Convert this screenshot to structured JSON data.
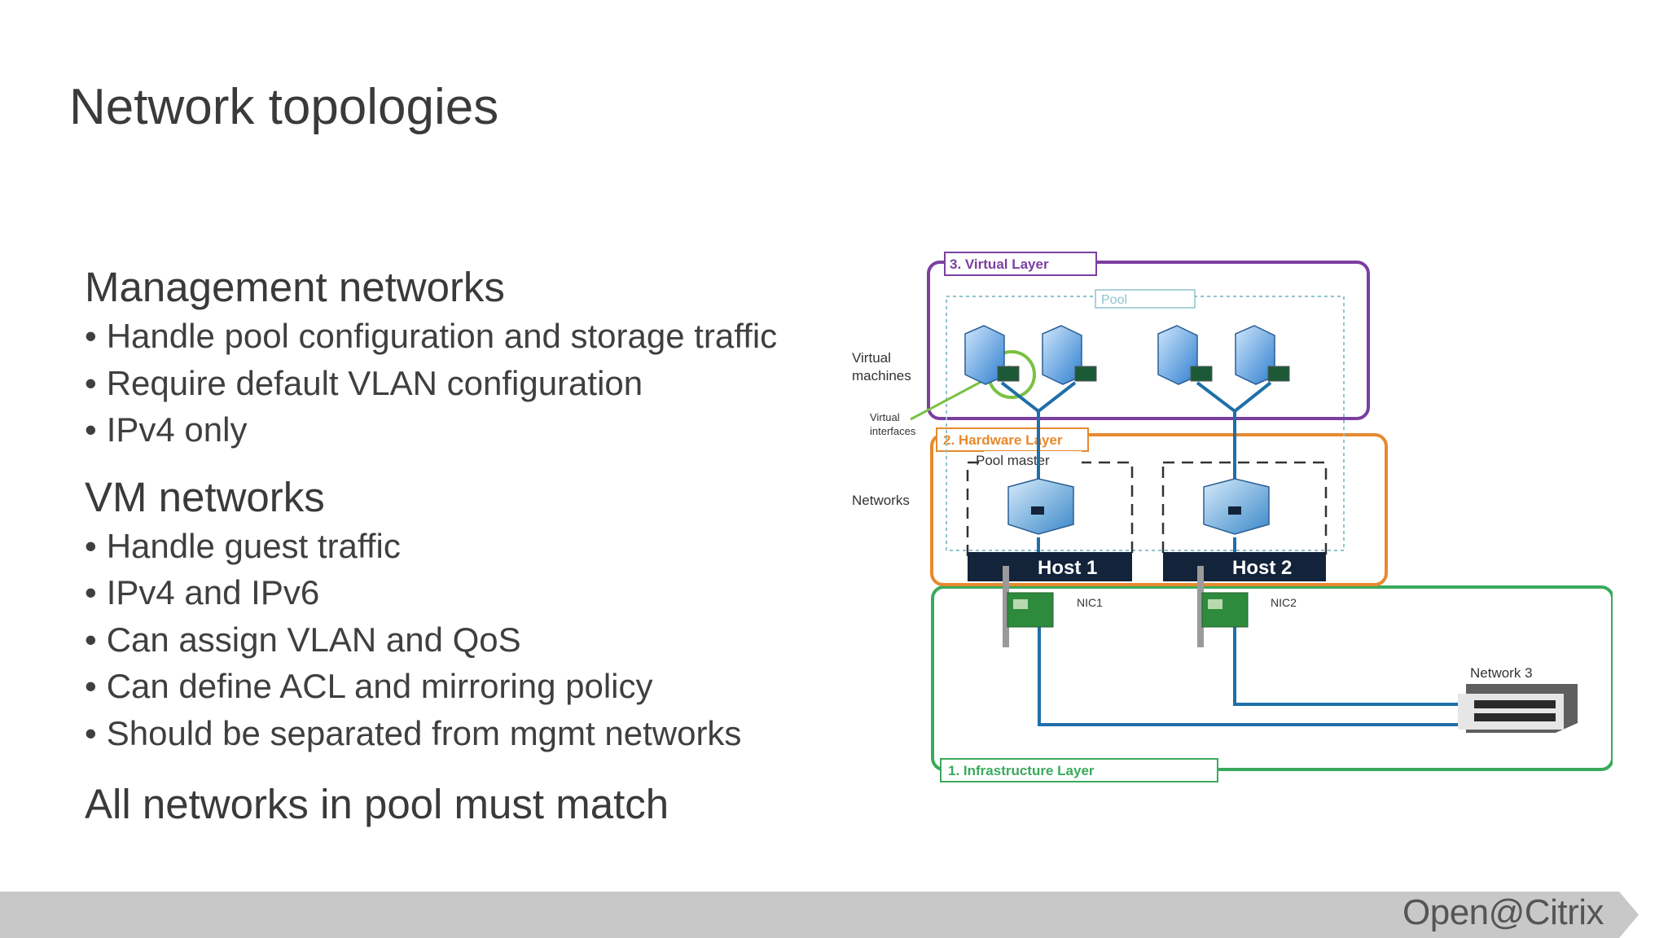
{
  "slide": {
    "title": "Network topologies",
    "sections": [
      {
        "heading": "Management networks",
        "bullets": [
          "Handle pool configuration and storage traffic",
          "Require default VLAN configuration",
          "IPv4 only"
        ]
      },
      {
        "heading": "VM networks",
        "bullets": [
          "Handle guest traffic",
          "IPv4 and IPv6",
          "Can assign VLAN and QoS",
          "Can define ACL and mirroring policy",
          "Should be separated from mgmt networks"
        ]
      }
    ],
    "closing": "All networks in pool must match"
  },
  "diagram": {
    "virtual_layer_label": "3. Virtual Layer",
    "pool_label": "Pool",
    "hardware_layer_label": "2. Hardware Layer",
    "pool_master_label": "Pool master",
    "infrastructure_layer_label": "1. Infrastructure Layer",
    "side_labels": {
      "virtual_machines_line1": "Virtual",
      "virtual_machines_line2": "machines",
      "virtual_interfaces_line1": "Virtual",
      "virtual_interfaces_line2": "interfaces",
      "networks": "Networks"
    },
    "host1_label": "Host 1",
    "host2_label": "Host 2",
    "nic1_label": "NIC1",
    "nic2_label": "NIC2",
    "network3_label": "Network 3",
    "colors": {
      "virtual_layer": "#7b3fa0",
      "hardware_layer": "#e8892e",
      "infrastructure_layer": "#3aaa5c",
      "pool_border": "#8fc3cf",
      "link": "#1f6fa8",
      "host_bar": "#12233a"
    }
  },
  "footer": {
    "brand": "Open@Citrix"
  }
}
